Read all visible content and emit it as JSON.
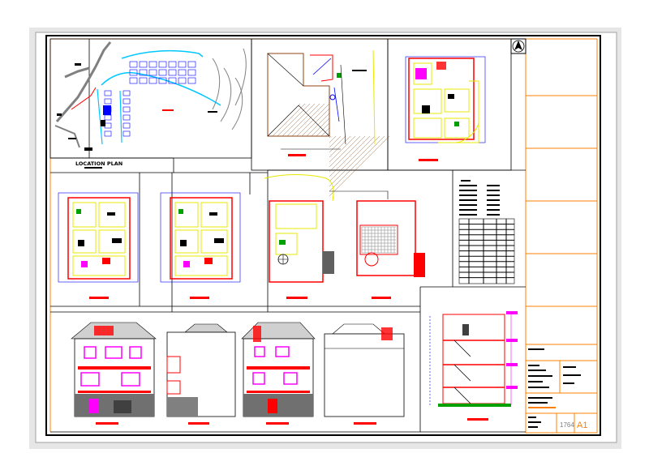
{
  "drawing": {
    "location_plan_label": "LOCATION PLAN",
    "sheet_number": "1764",
    "sheet_size": "A1"
  },
  "colors": {
    "background": "#e8e8e8",
    "sheet": "#ffffff",
    "frame": "#000000",
    "border_orange": "#ff8000",
    "wall_red": "#ff0000",
    "grid_blue": "#0000ff",
    "cyan": "#00c8ff",
    "magenta": "#ff00ff",
    "yellow": "#e8e800",
    "green": "#00a000",
    "brown": "#8b4513",
    "gray": "#808080"
  },
  "icons": [
    "north-arrow-icon"
  ]
}
